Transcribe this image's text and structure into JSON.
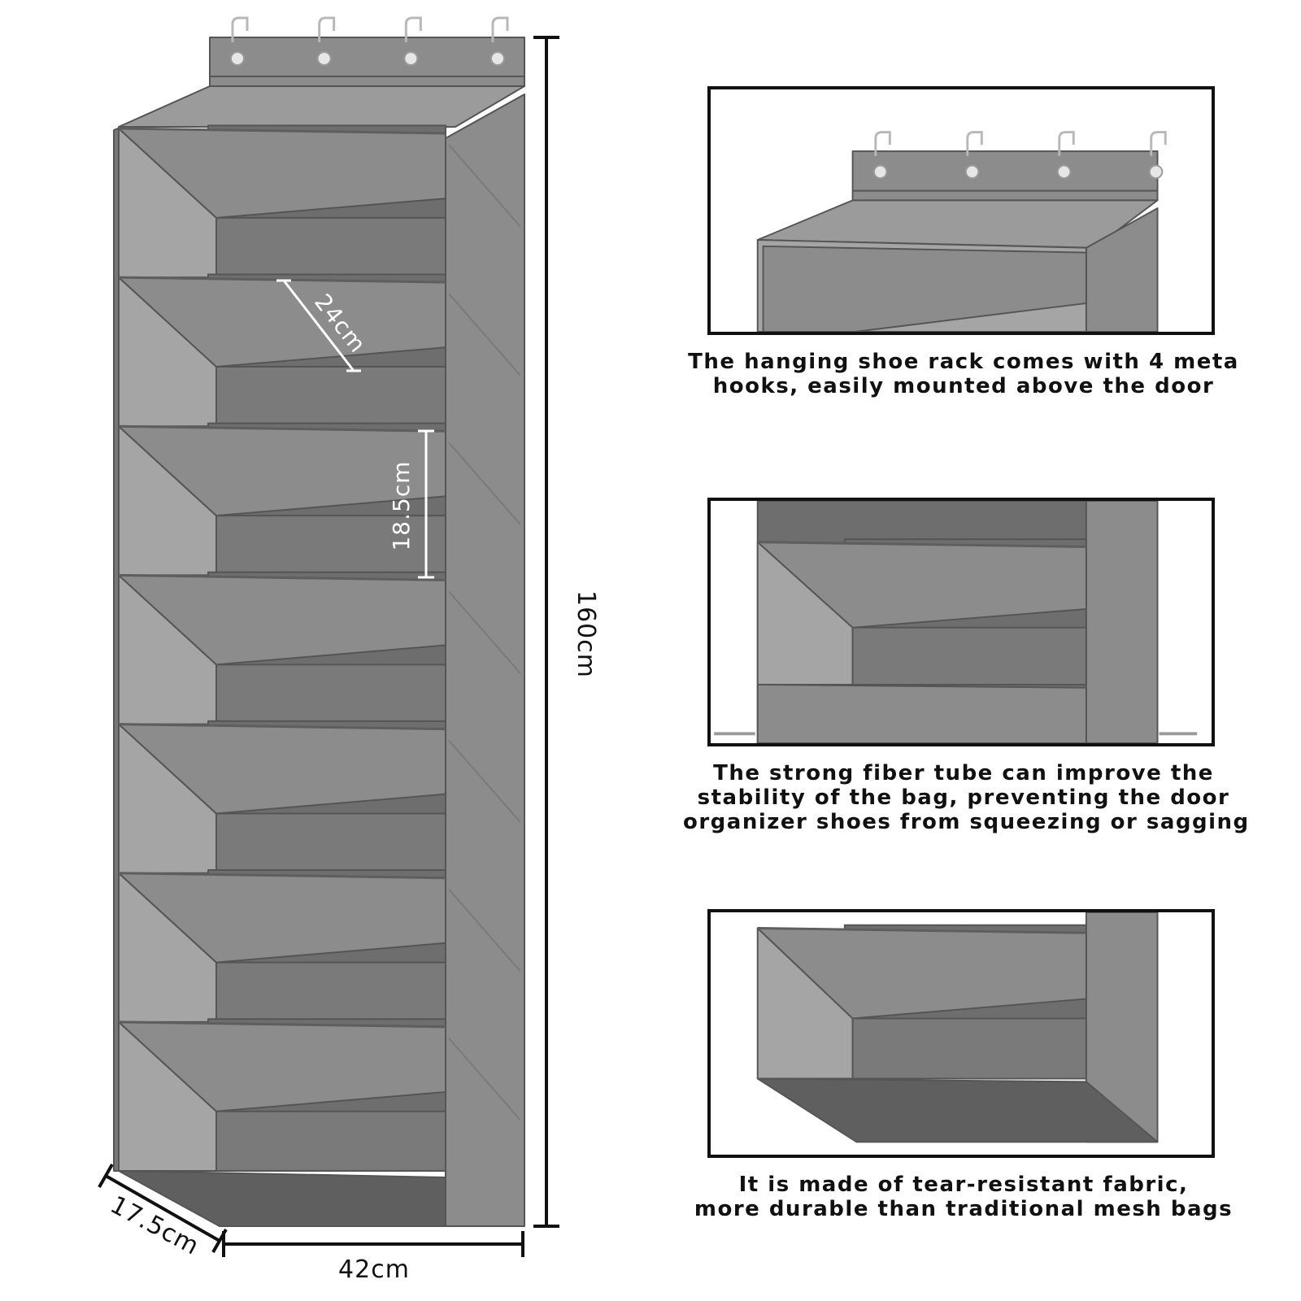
{
  "dimensions": {
    "height": "160cm",
    "width": "42cm",
    "depth": "17.5cm",
    "pocket_depth": "24cm",
    "pocket_height": "18.5cm"
  },
  "features": [
    {
      "lines": [
        "The hanging shoe rack comes with 4 meta",
        "hooks, easily mounted above the door"
      ]
    },
    {
      "lines": [
        "The strong fiber tube can improve the",
        "stability of the bag, preventing the door",
        "organizer shoes from squeezing or sagging"
      ]
    },
    {
      "lines": [
        "It is made of tear-resistant fabric,",
        "more durable than traditional mesh bags"
      ]
    }
  ],
  "organizer": {
    "hook_count": 4,
    "pocket_count": 7
  },
  "colors": {
    "fabric": "#8c8c8c",
    "fabric_dark": "#6e6e6e",
    "fabric_light": "#a5a5a5",
    "edge": "#555555",
    "line": "#111111"
  }
}
